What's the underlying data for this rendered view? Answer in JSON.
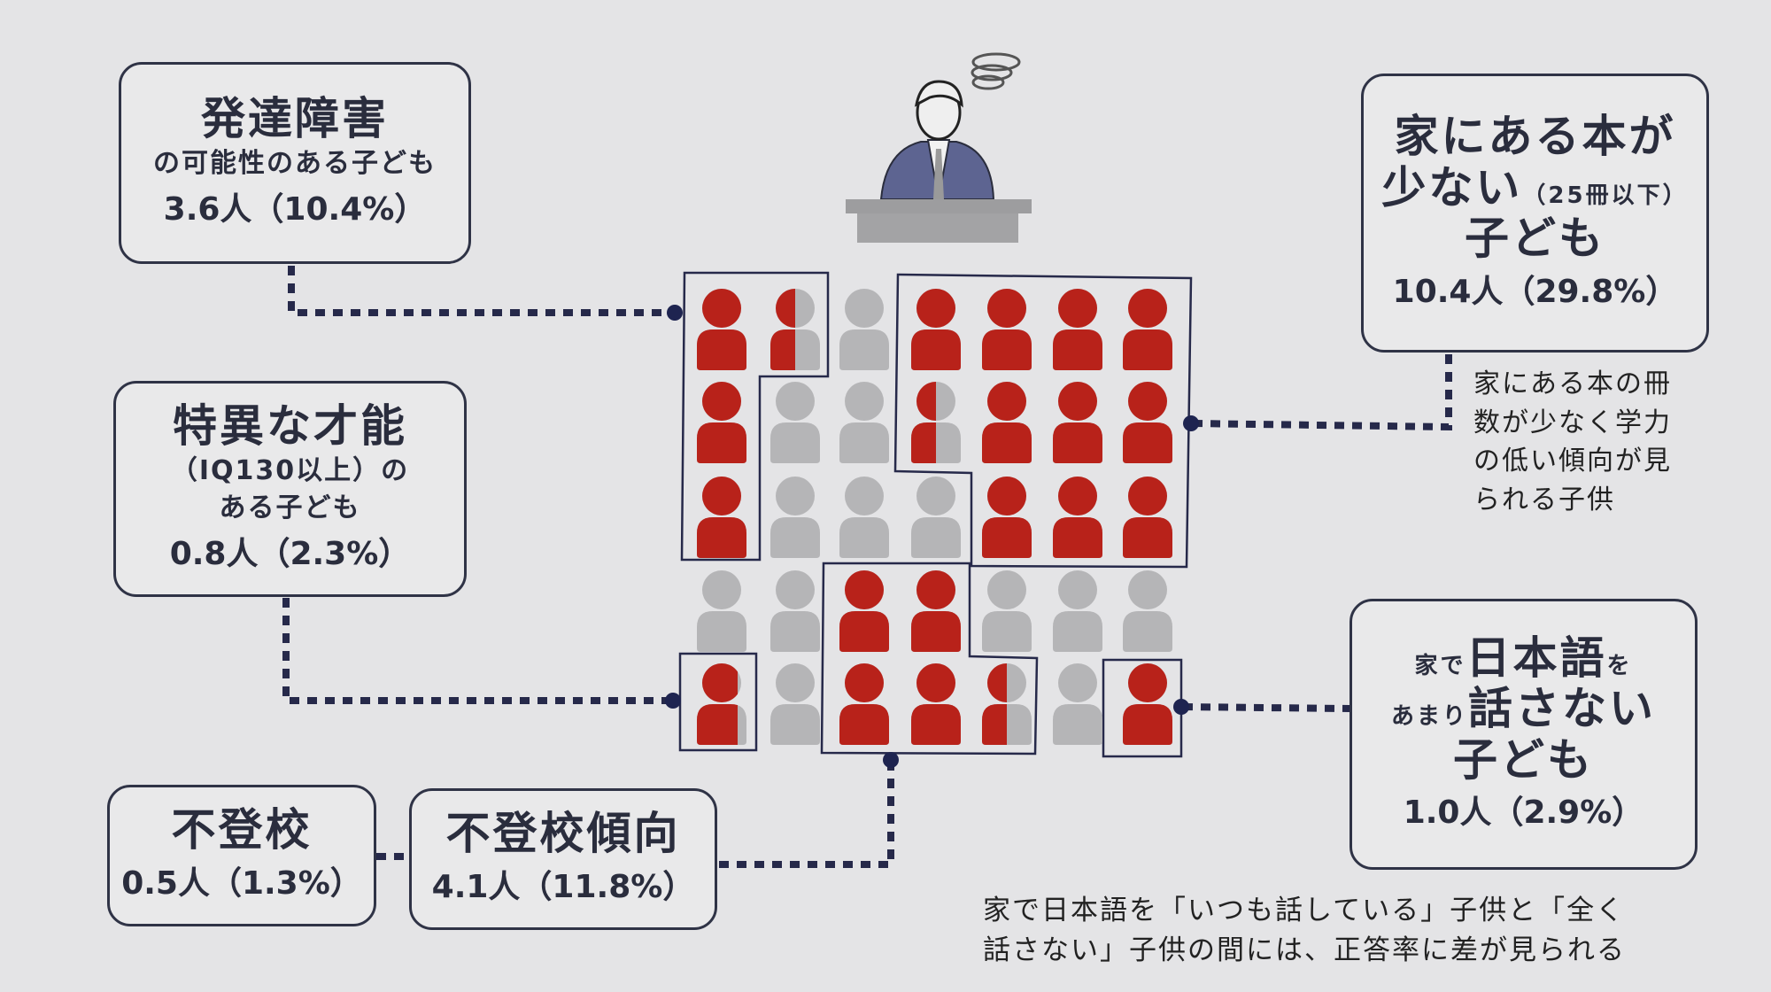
{
  "colors": {
    "highlight": "#b8221a",
    "neutral": "#b5b5b7",
    "line": "#26294a",
    "background": "#e4e4e6"
  },
  "boxes": {
    "developmental": {
      "title": "発達障害",
      "subtitle": "の可能性のある子ども",
      "value": "3.6人（10.4%）"
    },
    "gifted": {
      "title": "特異な才能",
      "line1": "（IQ130以上）の",
      "line2": "ある子ども",
      "value": "0.8人（2.3%）"
    },
    "absent": {
      "title": "不登校",
      "value": "0.5人（1.3%）"
    },
    "absent_tendency": {
      "title": "不登校傾向",
      "value": "4.1人（11.8%）"
    },
    "few_books": {
      "line1": "家にある本が",
      "line2a": "少ない",
      "line2b": "（25冊以下）",
      "line3": "子ども",
      "value": "10.4人（29.8%）"
    },
    "japanese": {
      "line1a": "家で",
      "line1b": "日本語",
      "line1c": "を",
      "line2a": "あまり",
      "line2b": "話さない",
      "line3": "子ども",
      "value": "1.0人（2.9%）"
    }
  },
  "notes": {
    "books": [
      "家にある本の冊",
      "数が少なく学力",
      "の低い傾向が見",
      "られる子供"
    ],
    "japanese": [
      "家で日本語を「いつも話している」子供と「全く",
      "話さない」子供の間には、正答率に差が見られる"
    ]
  },
  "grid": {
    "columns": 7,
    "rows": 5,
    "fill": [
      [
        1,
        0.5,
        0,
        1,
        1,
        1,
        1
      ],
      [
        1,
        0,
        0,
        0.5,
        1,
        1,
        1
      ],
      [
        1,
        0,
        0,
        0,
        1,
        1,
        1
      ],
      [
        0,
        0,
        1,
        1,
        0,
        0,
        0
      ],
      [
        0.8,
        0,
        1,
        1,
        0.5,
        0,
        1
      ]
    ]
  }
}
